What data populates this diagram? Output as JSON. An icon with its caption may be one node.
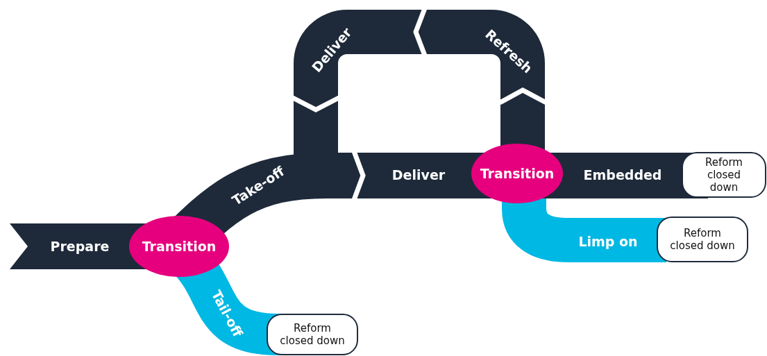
{
  "diagram": {
    "nodes": [
      {
        "text": [
          "Prepare"
        ]
      },
      {
        "text": [
          "Transition"
        ]
      },
      {
        "text": [
          "Take-off"
        ]
      },
      {
        "text": [
          "Tail-off"
        ]
      },
      {
        "text": [
          "Reform closed down"
        ]
      },
      {
        "text": [
          "Deliver"
        ]
      },
      {
        "text": [
          "Refresh"
        ]
      },
      {
        "text": [
          "Deliver"
        ]
      },
      {
        "text": [
          "Transition"
        ]
      },
      {
        "text": [
          "Embedded"
        ]
      },
      {
        "text": [
          "Reform closed down"
        ]
      },
      {
        "text": [
          "Limp on"
        ]
      },
      {
        "text": [
          "Reform closed down"
        ]
      }
    ]
  }
}
